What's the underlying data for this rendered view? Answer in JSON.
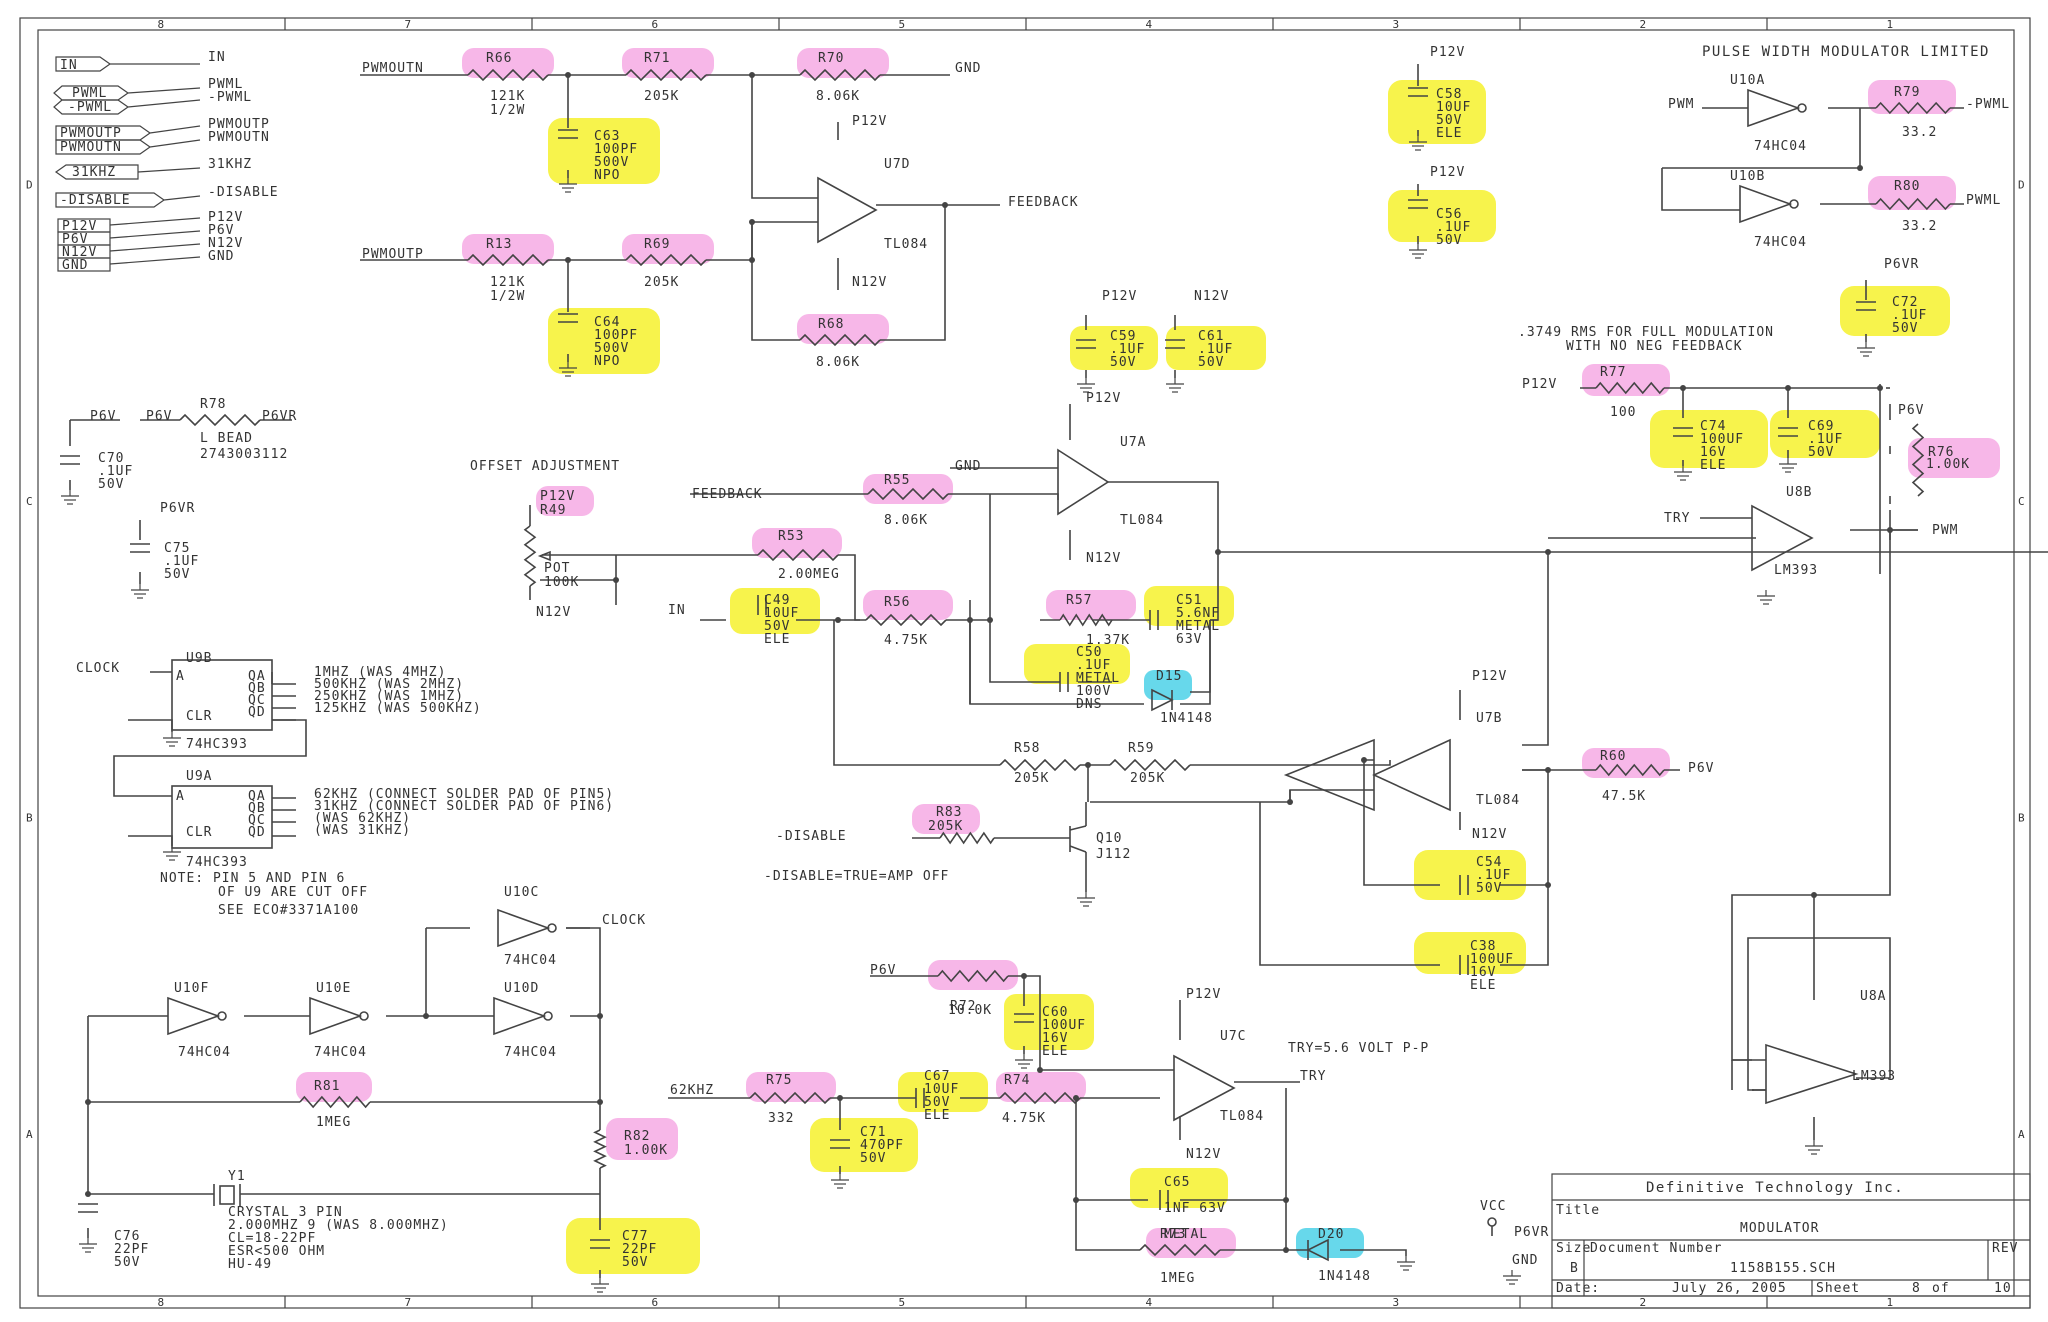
{
  "title_block": {
    "company": "Definitive Technology Inc.",
    "title_label": "Title",
    "title": "MODULATOR",
    "size_label": "Size",
    "size": "B",
    "docnum_label": "Document Number",
    "docnum": "1158B155.SCH",
    "rev_label": "REV",
    "date_label": "Date:",
    "date": "July 26, 2005",
    "sheet_label": "Sheet",
    "sheet": "8",
    "of_label": "of",
    "sheets": "10"
  },
  "sheet_title": "PULSE WIDTH MODULATOR LIMITED",
  "border": {
    "cols": [
      "8",
      "7",
      "6",
      "5",
      "4",
      "3",
      "2",
      "1"
    ],
    "rows": [
      "D",
      "C",
      "B",
      "A"
    ]
  },
  "ports": [
    {
      "tag": "IN",
      "name": "IN"
    },
    {
      "tag": "PWML",
      "name": "PWML"
    },
    {
      "tag": "-PWML",
      "name": "-PWML"
    },
    {
      "tag": "PWMOUTP",
      "name": "PWMOUTP"
    },
    {
      "tag": "PWMOUTN",
      "name": "PWMOUTN"
    },
    {
      "tag": "31KHZ",
      "name": "31KHZ"
    },
    {
      "tag": "-DISABLE",
      "name": "-DISABLE"
    },
    {
      "tag": "P12V",
      "name": "P12V"
    },
    {
      "tag": "P6V",
      "name": "P6V"
    },
    {
      "tag": "N12V",
      "name": "N12V"
    },
    {
      "tag": "GND",
      "name": "GND"
    }
  ],
  "nets": {
    "pwmoutn": "PWMOUTN",
    "pwmoutp": "PWMOUTP",
    "gnd": "GND",
    "feedback": "FEEDBACK",
    "feedback2": "FEEDBACK",
    "p12v": "P12V",
    "n12v": "N12V",
    "p6v": "P6V",
    "p6vr": "P6VR",
    "in": "IN",
    "clock": "CLOCK",
    "clock2": "CLOCK",
    "disable": "-DISABLE",
    "pwm": "PWM",
    "pwm2": "PWM",
    "pwml": "PWML",
    "npwml": "-PWML",
    "try": "TRY",
    "try2": "TRY",
    "khz62": "62KHZ",
    "vcc": "VCC"
  },
  "notes": {
    "offset": "OFFSET ADJUSTMENT",
    "rms1": ".3749 RMS FOR FULL MODULATION",
    "rms2": "WITH NO NEG FEEDBACK",
    "disable_note": "-DISABLE=TRUE=AMP OFF",
    "try_note": "TRY=5.6 VOLT P-P",
    "pin_note1": "NOTE:  PIN 5 AND PIN 6",
    "pin_note2": "OF U9 ARE CUT OFF",
    "pin_note3": "SEE ECO#3371A100"
  },
  "resistors": {
    "R66": {
      "ref": "R66",
      "value": "121K",
      "extra": "1/2W"
    },
    "R71": {
      "ref": "R71",
      "value": "205K"
    },
    "R70": {
      "ref": "R70",
      "value": "8.06K"
    },
    "R13": {
      "ref": "R13",
      "value": "121K",
      "extra": "1/2W"
    },
    "R69": {
      "ref": "R69",
      "value": "205K"
    },
    "R68": {
      "ref": "R68",
      "value": "8.06K"
    },
    "R78": {
      "ref": "R78",
      "value": "L BEAD",
      "extra": "2743003112"
    },
    "R49": {
      "ref": "R49",
      "value": "POT",
      "extra": "100K"
    },
    "R53": {
      "ref": "R53",
      "value": "2.00MEG"
    },
    "R55": {
      "ref": "R55",
      "value": "8.06K"
    },
    "R56": {
      "ref": "R56",
      "value": "4.75K"
    },
    "R57": {
      "ref": "R57",
      "value": "1.37K"
    },
    "R58": {
      "ref": "R58",
      "value": "205K"
    },
    "R59": {
      "ref": "R59",
      "value": "205K"
    },
    "R60": {
      "ref": "R60",
      "value": "47.5K"
    },
    "R83": {
      "ref": "R83",
      "value": "205K"
    },
    "R77": {
      "ref": "R77",
      "value": "100"
    },
    "R76": {
      "ref": "R76",
      "value": "1.00K"
    },
    "R79": {
      "ref": "R79",
      "value": "33.2"
    },
    "R80": {
      "ref": "R80",
      "value": "33.2"
    },
    "R72": {
      "ref": "R72",
      "value": "10.0K"
    },
    "R75": {
      "ref": "R75",
      "value": "332"
    },
    "R74": {
      "ref": "R74",
      "value": "4.75K"
    },
    "R73": {
      "ref": "R73",
      "value": "1MEG"
    },
    "R81": {
      "ref": "R81",
      "value": "1MEG"
    },
    "R82": {
      "ref": "R82",
      "value": "1.00K"
    }
  },
  "capacitors": {
    "C63": {
      "ref": "C63",
      "v1": "100PF",
      "v2": "500V",
      "v3": "NPO"
    },
    "C64": {
      "ref": "C64",
      "v1": "100PF",
      "v2": "500V",
      "v3": "NPO"
    },
    "C58": {
      "ref": "C58",
      "v1": "10UF",
      "v2": "50V",
      "v3": "ELE"
    },
    "C56": {
      "ref": "C56",
      "v1": ".1UF",
      "v2": "50V"
    },
    "C72": {
      "ref": "C72",
      "v1": ".1UF",
      "v2": "50V"
    },
    "C59": {
      "ref": "C59",
      "v1": ".1UF",
      "v2": "50V"
    },
    "C61": {
      "ref": "C61",
      "v1": ".1UF",
      "v2": "50V"
    },
    "C70": {
      "ref": "C70",
      "v1": ".1UF",
      "v2": "50V"
    },
    "C75": {
      "ref": "C75",
      "v1": ".1UF",
      "v2": "50V"
    },
    "C74": {
      "ref": "C74",
      "v1": "100UF",
      "v2": "16V",
      "v3": "ELE"
    },
    "C69": {
      "ref": "C69",
      "v1": ".1UF",
      "v2": "50V"
    },
    "C49": {
      "ref": "C49",
      "v1": "10UF",
      "v2": "50V",
      "v3": "ELE"
    },
    "C50": {
      "ref": "C50",
      "v1": ".1UF",
      "v2": "METAL",
      "v3": "100V",
      "v4": "DNS"
    },
    "C51": {
      "ref": "C51",
      "v1": "5.6NF",
      "v2": "METAL",
      "v3": "63V"
    },
    "C54": {
      "ref": "C54",
      "v1": ".1UF",
      "v2": "50V"
    },
    "C38": {
      "ref": "C38",
      "v1": "100UF",
      "v2": "16V",
      "v3": "ELE"
    },
    "C60": {
      "ref": "C60",
      "v1": "100UF",
      "v2": "16V",
      "v3": "ELE"
    },
    "C67": {
      "ref": "C67",
      "v1": "10UF",
      "v2": "50V",
      "v3": "ELE"
    },
    "C71": {
      "ref": "C71",
      "v1": "470PF",
      "v2": "50V"
    },
    "C65": {
      "ref": "C65",
      "v1": "1NF 63V",
      "v2": "METAL"
    },
    "C76": {
      "ref": "C76",
      "v1": "22PF",
      "v2": "50V"
    },
    "C77": {
      "ref": "C77",
      "v1": "22PF",
      "v2": "50V"
    }
  },
  "diodes": {
    "D15": {
      "ref": "D15",
      "value": "1N4148"
    },
    "D20": {
      "ref": "D20",
      "value": "1N4148"
    }
  },
  "ics": {
    "U7D": {
      "ref": "U7D",
      "part": "TL084"
    },
    "U7A": {
      "ref": "U7A",
      "part": "TL084"
    },
    "U7B": {
      "ref": "U7B",
      "part": "TL084"
    },
    "U7C": {
      "ref": "U7C",
      "part": "TL084"
    },
    "U8B": {
      "ref": "U8B",
      "part": "LM393"
    },
    "U8A": {
      "ref": "U8A",
      "part": "LM393"
    },
    "U10A": {
      "ref": "U10A",
      "part": "74HC04"
    },
    "U10B": {
      "ref": "U10B",
      "part": "74HC04"
    },
    "U10C": {
      "ref": "U10C",
      "part": "74HC04"
    },
    "U10D": {
      "ref": "U10D",
      "part": "74HC04"
    },
    "U10E": {
      "ref": "U10E",
      "part": "74HC04"
    },
    "U10F": {
      "ref": "U10F",
      "part": "74HC04"
    },
    "U9B": {
      "ref": "U9B",
      "part": "74HC393"
    },
    "U9A": {
      "ref": "U9A",
      "part": "74HC393"
    },
    "Q10": {
      "ref": "Q10",
      "part": "J112"
    }
  },
  "counter": {
    "u9b_pins": [
      "QA",
      "QB",
      "QC",
      "QD"
    ],
    "u9b_out": [
      "1MHZ    (WAS 4MHZ)",
      "500KHZ  (WAS 2MHZ)",
      "250KHZ  (WAS 1MHZ)",
      "125KHZ  (WAS 500KHZ)"
    ],
    "u9a_out": [
      "62KHZ (CONNECT SOLDER PAD OF PIN5)",
      "31KHZ (CONNECT SOLDER PAD OF PIN6)",
      "(WAS 62KHZ)",
      "(WAS 31KHZ)"
    ]
  },
  "crystal": {
    "ref": "Y1",
    "lines": [
      "CRYSTAL 3 PIN",
      "2.000MHZ 9 (WAS 8.000MHZ)",
      "CL=18-22PF",
      "ESR<500 OHM",
      "HU-49"
    ]
  }
}
